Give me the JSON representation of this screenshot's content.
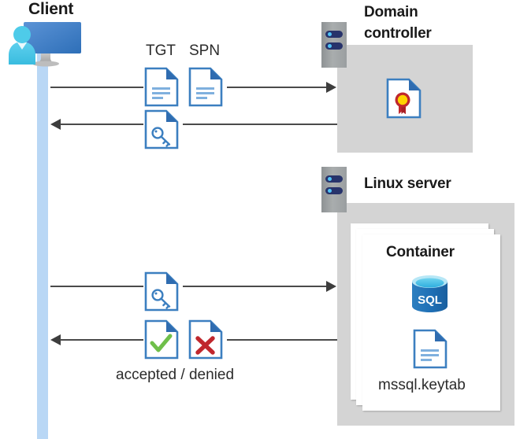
{
  "diagram": {
    "title": "Kerberos authentication flow between Client, Domain controller and Linux server container",
    "background": "#ffffff",
    "colors": {
      "lifeline": "#b9d7f5",
      "panel_gray": "#d4d4d4",
      "server_gray": "#9a9ea0",
      "server_bar_navy": "#27336b",
      "server_led_blue": "#4fc3f7",
      "doc_border_blue": "#3c7fc0",
      "doc_fold_blue": "#2f6cb0",
      "doc_line_blue": "#7fb0de",
      "accent_blue": "#3c7fc0",
      "check_green": "#6fbf4a",
      "cross_red": "#c0272d",
      "seal_yellow": "#ffd400",
      "seal_red": "#c0272d",
      "sql_blue": "#1f6fb5",
      "sql_top_blue": "#34b4e4",
      "arrow_gray": "#3d3d3d",
      "text_dark": "#1a1a1a"
    }
  },
  "actors": {
    "client": {
      "label": "Client",
      "icon": "client-computer-user-icon"
    },
    "domain_controller": {
      "label": "Domain\ncontroller",
      "label_line1": "Domain",
      "label_line2": "controller",
      "icon": "server-rack-icon",
      "contents": [
        {
          "name": "certificate-document-icon",
          "label": ""
        }
      ]
    },
    "linux_server": {
      "label": "Linux server",
      "icon": "server-rack-icon",
      "container": {
        "label": "Container",
        "stack_count": 3,
        "contents": [
          {
            "name": "sql-database-icon",
            "label": "SQL"
          },
          {
            "name": "keytab-document-icon",
            "label": "mssql.keytab"
          }
        ]
      }
    }
  },
  "messages": [
    {
      "id": "msg-1",
      "direction": "right",
      "from": "client",
      "to": "domain_controller",
      "artifacts": [
        {
          "label": "TGT",
          "icon": "document-icon"
        },
        {
          "label": "SPN",
          "icon": "document-icon"
        }
      ],
      "caption": ""
    },
    {
      "id": "msg-2",
      "direction": "left",
      "from": "domain_controller",
      "to": "client",
      "artifacts": [
        {
          "label": "",
          "icon": "key-document-icon"
        }
      ],
      "caption": ""
    },
    {
      "id": "msg-3",
      "direction": "right",
      "from": "client",
      "to": "linux_server",
      "artifacts": [
        {
          "label": "",
          "icon": "key-document-icon"
        }
      ],
      "caption": ""
    },
    {
      "id": "msg-4",
      "direction": "left",
      "from": "linux_server",
      "to": "client",
      "artifacts": [
        {
          "label": "",
          "icon": "check-document-icon"
        },
        {
          "label": "",
          "icon": "cross-document-icon"
        }
      ],
      "caption": "accepted / denied"
    }
  ],
  "labels": {
    "tgt": "TGT",
    "spn": "SPN",
    "accepted_denied": "accepted / denied",
    "mssql_keytab": "mssql.keytab",
    "container": "Container",
    "client": "Client",
    "domain_line1": "Domain",
    "domain_line2": "controller",
    "linux_server": "Linux server",
    "sql": "SQL"
  }
}
